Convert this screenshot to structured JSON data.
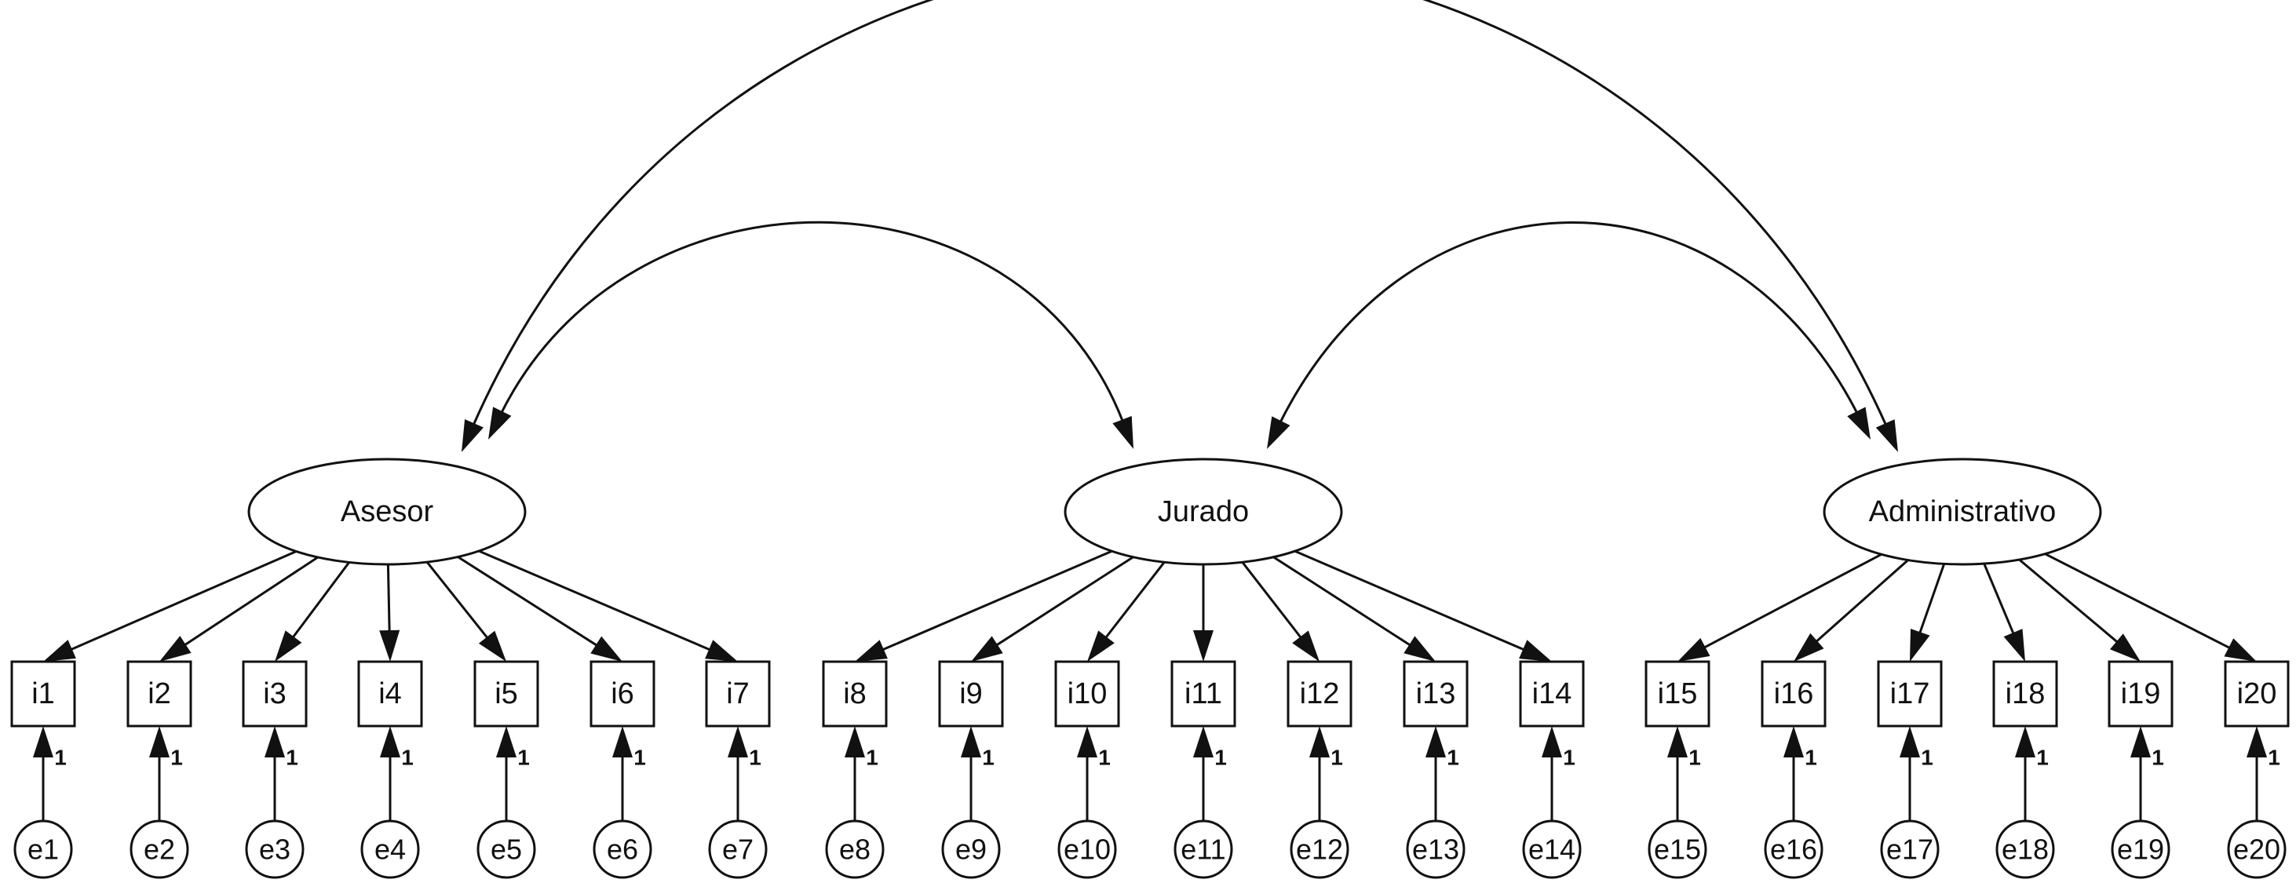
{
  "diagram": {
    "latents": [
      {
        "id": "asesor",
        "label": "Asesor",
        "items": [
          "i1",
          "i2",
          "i3",
          "i4",
          "i5",
          "i6",
          "i7"
        ]
      },
      {
        "id": "jurado",
        "label": "Jurado",
        "items": [
          "i8",
          "i9",
          "i10",
          "i11",
          "i12",
          "i13",
          "i14"
        ]
      },
      {
        "id": "administrativo",
        "label": "Administrativo",
        "items": [
          "i15",
          "i16",
          "i17",
          "i18",
          "i19",
          "i20"
        ]
      }
    ],
    "errors": [
      "e1",
      "e2",
      "e3",
      "e4",
      "e5",
      "e6",
      "e7",
      "e8",
      "e9",
      "e10",
      "e11",
      "e12",
      "e13",
      "e14",
      "e15",
      "e16",
      "e17",
      "e18",
      "e19",
      "e20"
    ],
    "error_loading_label": "1",
    "covariances": [
      [
        "asesor",
        "jurado"
      ],
      [
        "jurado",
        "administrativo"
      ],
      [
        "asesor",
        "administrativo"
      ]
    ]
  }
}
